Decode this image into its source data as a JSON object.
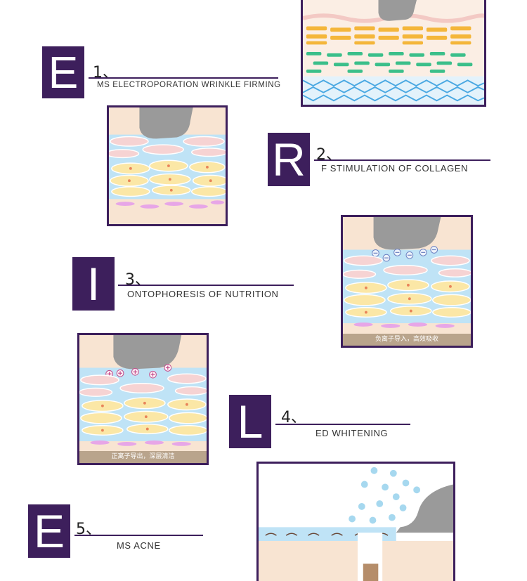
{
  "sections": [
    {
      "letter": "E",
      "number": "1、",
      "caption": "MS ELECTROPORATION WRINKLE FIRMING"
    },
    {
      "letter": "R",
      "number": "2、",
      "caption": "F STIMULATION OF COLLAGEN"
    },
    {
      "letter": "I",
      "number": "3、",
      "caption": "ONTOPHORESIS OF NUTRITION"
    },
    {
      "letter": "L",
      "number": "4、",
      "caption": "ED WHITENING"
    },
    {
      "letter": "E",
      "number": "5、",
      "caption": "MS ACNE"
    }
  ],
  "illustrations": {
    "ion_import_caption": "负离子导入，高效吸收",
    "ion_export_caption": "正离子导出，深层清洁"
  },
  "colors": {
    "brand_purple": "#3d1f5c",
    "skin_beige": "#f8e4d2",
    "cell_yellow": "#fbe7a6",
    "layer_blue": "#bfe3f6"
  }
}
